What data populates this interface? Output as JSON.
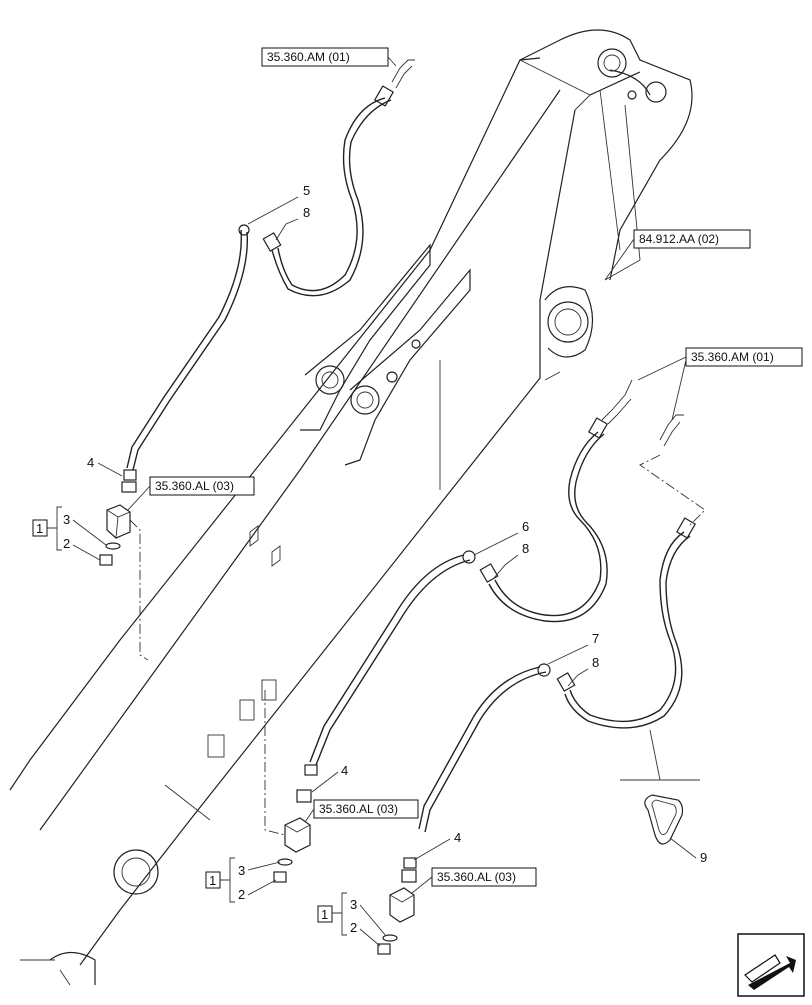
{
  "refs": {
    "top_hose_ref": "35.360.AM (01)",
    "boom_ref": "84.912.AA (02)",
    "right_hose_ref": "35.360.AM (01)",
    "block_ref_left": "35.360.AL (03)",
    "block_ref_mid": "35.360.AL (03)",
    "block_ref_right": "35.360.AL (03)"
  },
  "callouts": {
    "c5": "5",
    "c8a": "8",
    "c4a": "4",
    "c3a": "3",
    "c2a": "2",
    "c1a": "1",
    "c6": "6",
    "c8b": "8",
    "c7": "7",
    "c8c": "8",
    "c9": "9",
    "c4b": "4",
    "c3b": "3",
    "c2b": "2",
    "c1b": "1",
    "c4c": "4",
    "c3c": "3",
    "c2c": "2",
    "c1c": "1"
  },
  "icons": {
    "nav": "arrow-nav-icon"
  }
}
